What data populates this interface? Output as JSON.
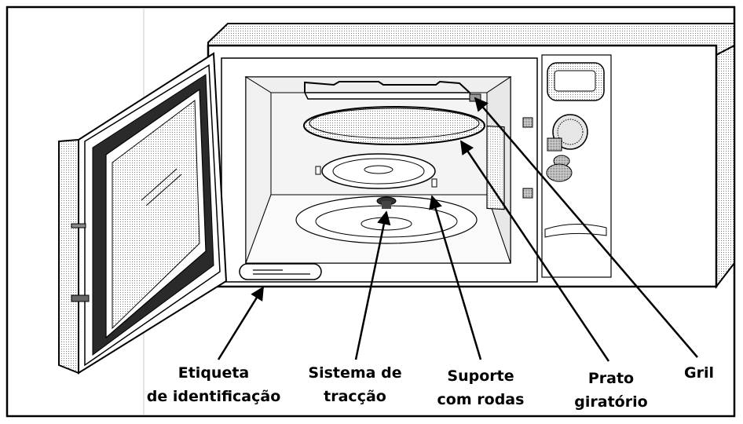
{
  "labels": {
    "id_label": [
      "Etiqueta",
      "de identificação"
    ],
    "drive": [
      "Sistema de",
      "tracção"
    ],
    "roller": [
      "Suporte",
      "com rodas"
    ],
    "turntable": [
      "Prato",
      "giratório"
    ],
    "grill": [
      "Gril"
    ]
  }
}
